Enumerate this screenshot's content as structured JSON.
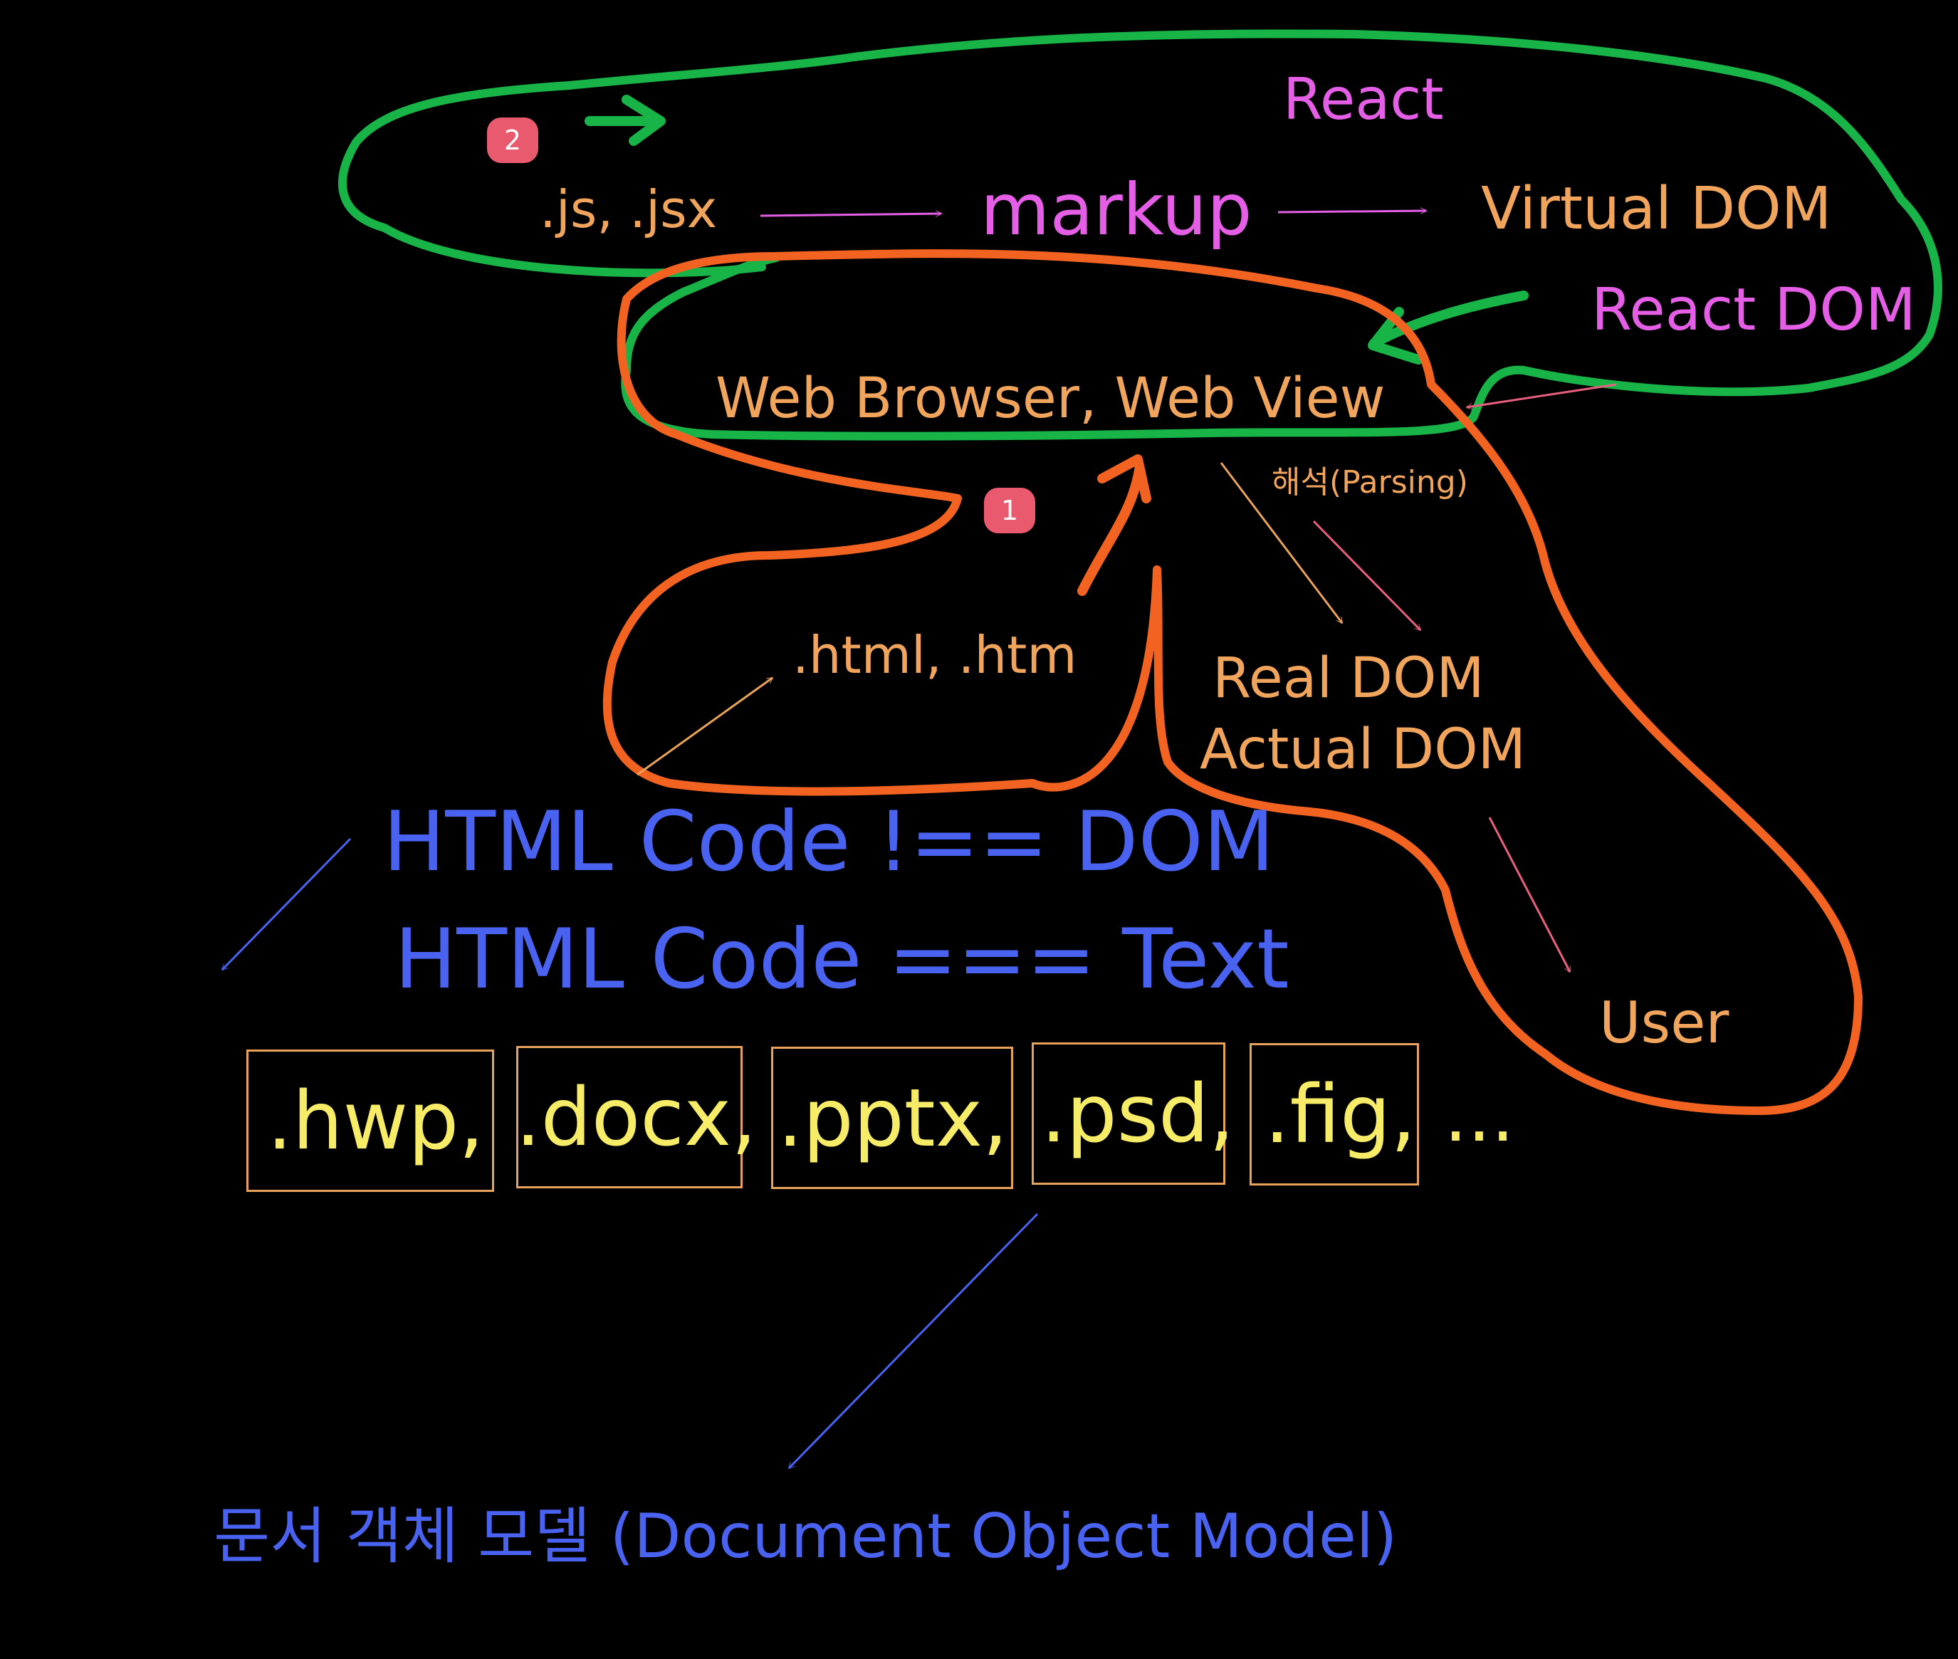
{
  "colors": {
    "background": "#000000",
    "orange_text": "#f0a45c",
    "magenta_text": "#e45ee6",
    "blue_text": "#4a62f0",
    "yellow_text": "#f7ec67",
    "green_stroke": "#19b448",
    "orange_stroke": "#f26322",
    "badge_fill": "#ea5a6e",
    "pink_arrow": "#e8607e"
  },
  "top": {
    "react_label": "React",
    "js_label": ".js, .jsx",
    "markup_label": "markup",
    "virtual_dom_label": "Virtual DOM",
    "react_dom_label": "React DOM"
  },
  "middle": {
    "browser_label": "Web Browser, Web View",
    "parsing_label": "해석(Parsing)",
    "html_files_label": ".html, .htm",
    "real_dom_label": "Real DOM",
    "actual_dom_label": "Actual DOM",
    "user_label": "User"
  },
  "badges": {
    "first": "1",
    "second": "2"
  },
  "statements": {
    "not_equal": "HTML Code !== DOM",
    "equal": "HTML Code === Text"
  },
  "extensions": {
    "hwp": ".hwp,",
    "docx": ".docx,",
    "pptx": ".pptx,",
    "psd": ".psd,",
    "fig": ".fig,",
    "ellipsis": "..."
  },
  "bottom": {
    "dom_full_name": "문서 객체 모델 (Document Object Model)"
  }
}
